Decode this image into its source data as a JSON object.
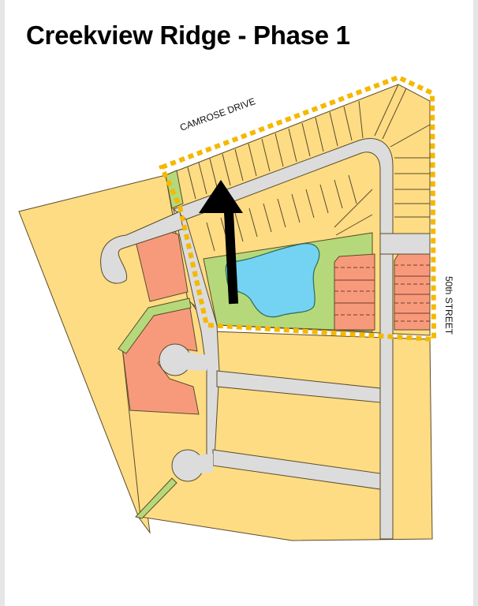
{
  "title": "Creekview Ridge - Phase 1",
  "labels": {
    "north_road": "CAMROSE DRIVE",
    "east_road": "50th STREET"
  },
  "legend_colors": {
    "residential_lot": "#fddc84",
    "multi_family_lot": "#f79a7c",
    "green_space": "#b5d97a",
    "pond": "#74d3f3",
    "road": "#dcdcdc",
    "lot_line": "#5b4a2a",
    "phase_boundary": "#f5b800",
    "arrow": "#000000"
  },
  "annotations": {
    "phase_boundary": "Phase 1 boundary (dashed orange outline)",
    "arrow": "north-pointing arrow"
  }
}
